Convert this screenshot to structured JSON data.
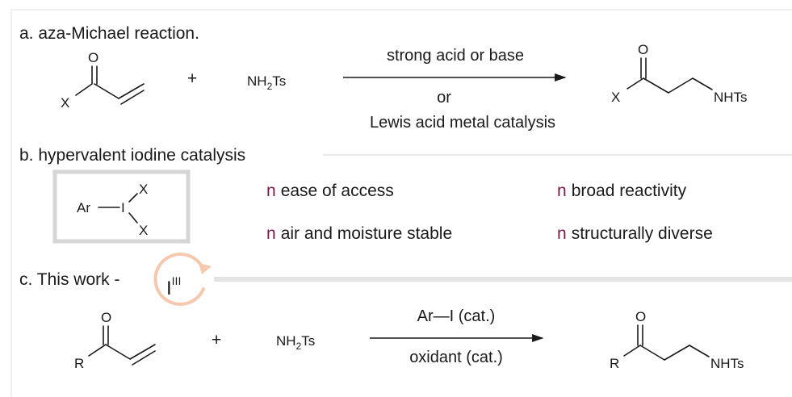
{
  "section_a": {
    "heading": "a. aza-Michael reaction.",
    "reactant_substituent": "X",
    "reactant_carbonyl_o": "O",
    "plus": "+",
    "reagent_nh": "NH",
    "reagent_sub": "2",
    "reagent_ts": "Ts",
    "condition_top": "strong acid or base",
    "condition_mid": "or",
    "condition_bottom": "Lewis acid metal catalysis",
    "product_substituent": "X",
    "product_carbonyl_o": "O",
    "product_amine": "NHTs"
  },
  "section_b": {
    "heading": "b. hypervalent iodine catalysis",
    "iodine_ar": "Ar",
    "iodine_i": "I",
    "iodine_x_top": "X",
    "iodine_x_bottom": "X",
    "bullet_marker": "n",
    "bullet_color": "#7b1c4e",
    "features": [
      "ease of access",
      "broad reactivity",
      "air and moisture stable",
      "structurally diverse"
    ]
  },
  "section_c": {
    "heading": "c. This work -",
    "badge_i": "I",
    "badge_sup": "III",
    "badge_text_color": "#8b1a4a",
    "badge_ring_color": "#f6c8ad",
    "reactant_substituent": "R",
    "reactant_carbonyl_o": "O",
    "plus": "+",
    "reagent_nh": "NH",
    "reagent_sub": "2",
    "reagent_ts": "Ts",
    "condition_top": "Ar—I (cat.)",
    "condition_bottom": "oxidant (cat.)",
    "product_substituent": "R",
    "product_carbonyl_o": "O",
    "product_amine": "NHTs"
  }
}
